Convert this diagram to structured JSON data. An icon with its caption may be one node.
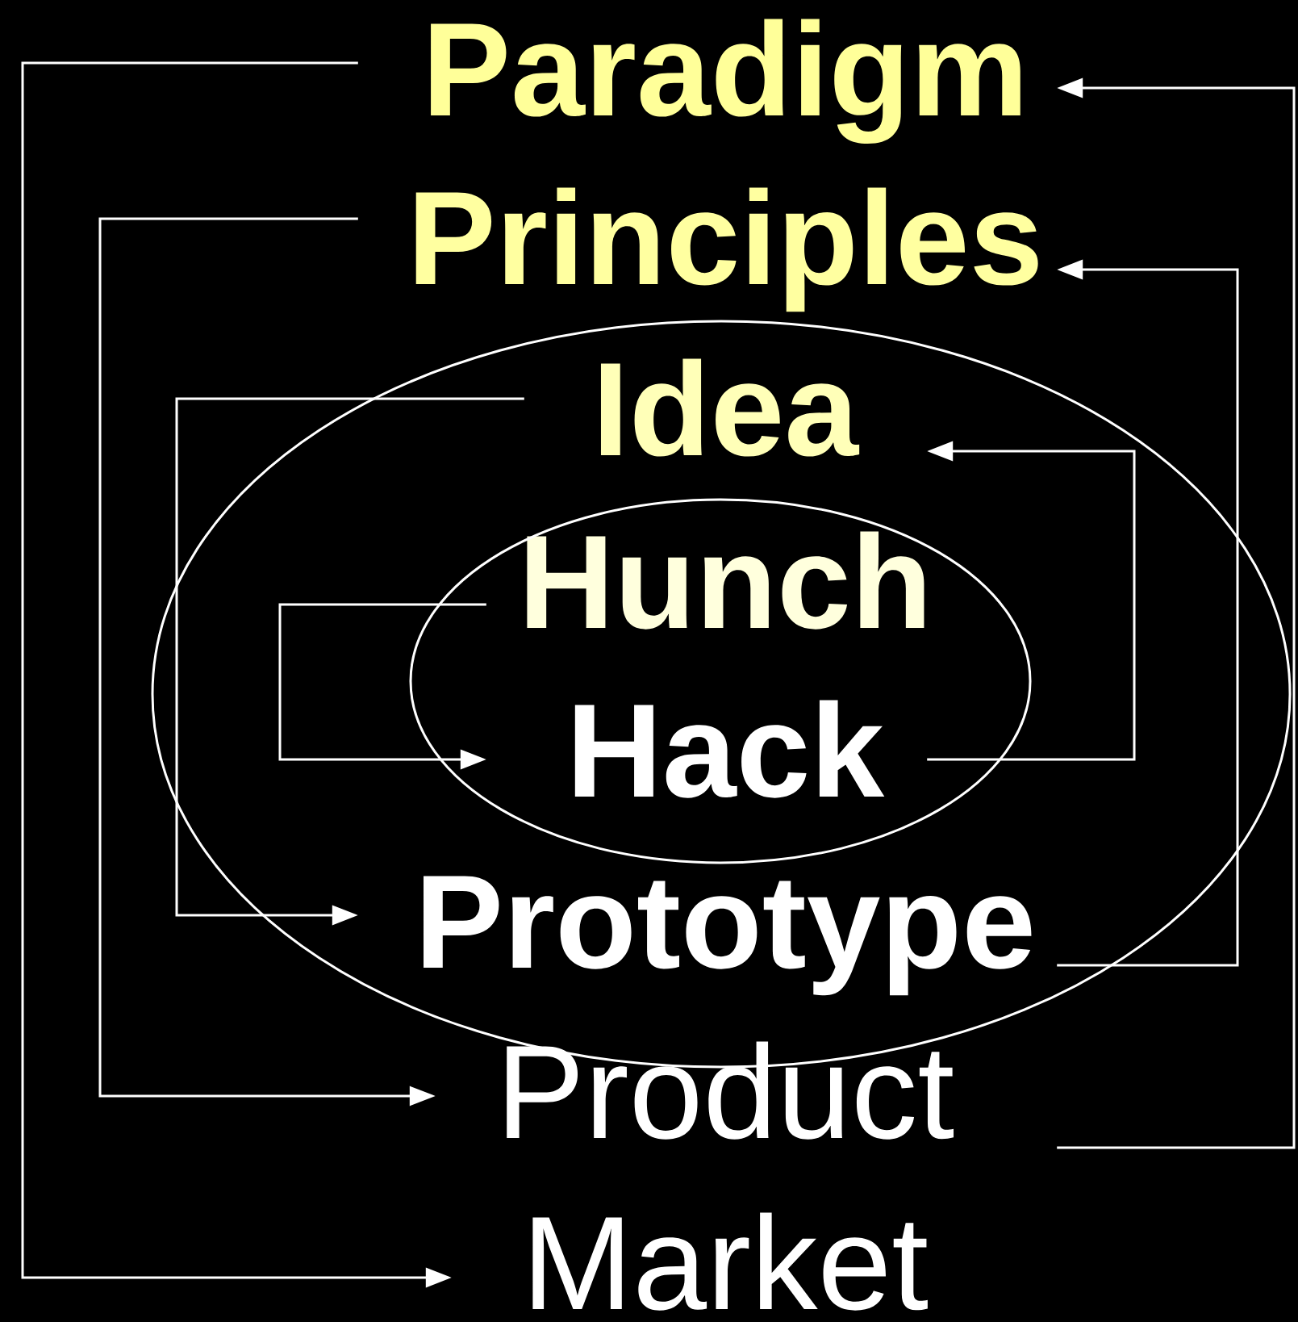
{
  "diagram": {
    "nodes": [
      {
        "text": [
          "Paradigm"
        ]
      },
      {
        "text": [
          "Principles"
        ]
      },
      {
        "text": [],
        "shape": "ellipse"
      },
      {
        "text": [
          "Idea"
        ],
        "in": 2
      },
      {
        "text": [],
        "shape": "ellipse",
        "in": 2
      },
      {
        "text": [
          "Hunch"
        ],
        "in": 4
      },
      {
        "text": [
          "Hack"
        ],
        "in": 4
      },
      {
        "text": [
          "Prototype"
        ],
        "in": 2
      },
      {
        "text": [
          "Product"
        ]
      },
      {
        "text": [
          "Market"
        ]
      }
    ],
    "edges": [
      {
        "from": 0,
        "to": 9,
        "arrow": "to"
      },
      {
        "from": 1,
        "to": 8,
        "arrow": "to"
      },
      {
        "from": 3,
        "to": 7,
        "arrow": "to"
      },
      {
        "from": 5,
        "to": 6,
        "arrow": "to"
      },
      {
        "from": 6,
        "to": 3,
        "arrow": "to"
      },
      {
        "from": 7,
        "to": 1,
        "arrow": "to"
      },
      {
        "from": 8,
        "to": 0,
        "arrow": "to"
      }
    ]
  }
}
